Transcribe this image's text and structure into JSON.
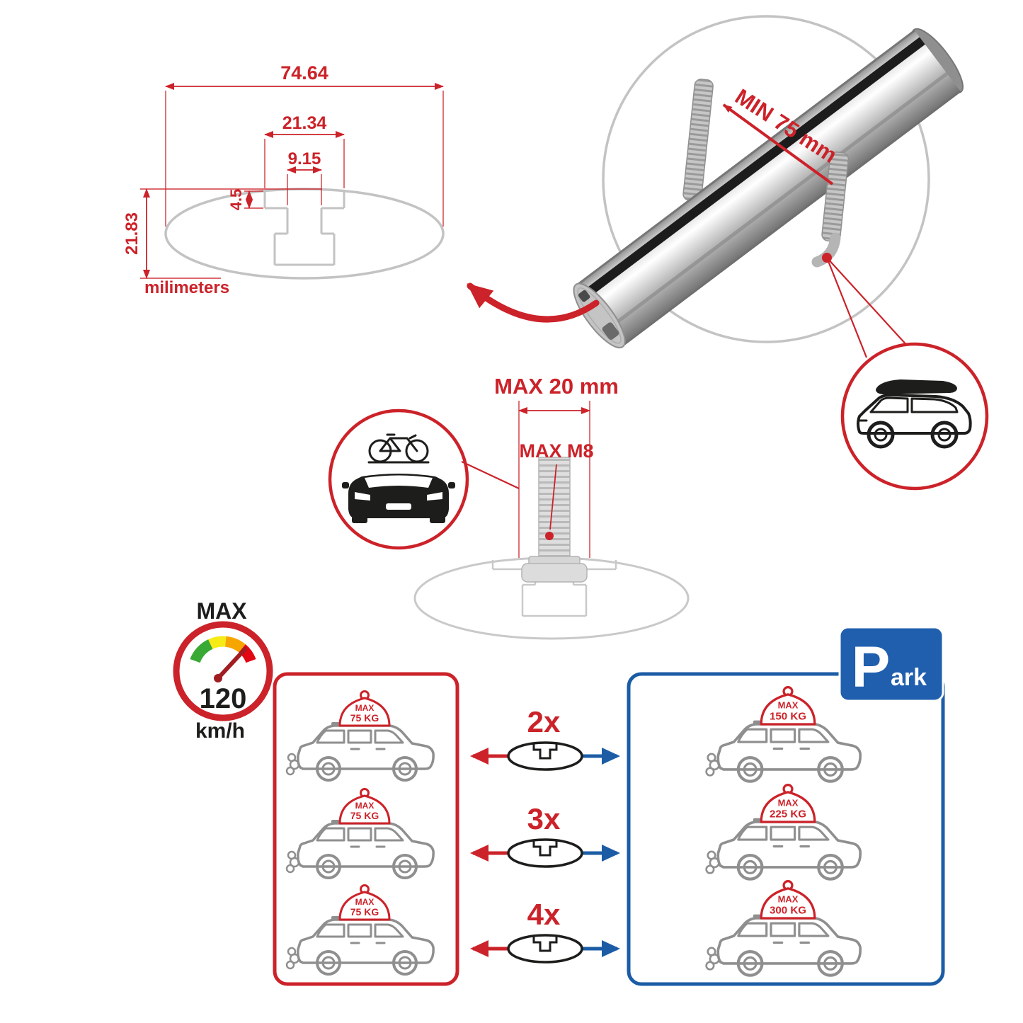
{
  "colors": {
    "red": "#cc2229",
    "blue": "#1b5ca5",
    "park_blue": "#1f5fae",
    "grey": "#c3c3c3",
    "black": "#1d1d1b",
    "car_grey": "#8f8f8f"
  },
  "dimension_diagram": {
    "total_width": "74.64",
    "channel_width": "21.34",
    "slot_width": "9.15",
    "step_depth": "4.5",
    "total_height": "21.83",
    "unit_label": "milimeters"
  },
  "bar_detail": {
    "min_clamp_label": "MIN 75 mm"
  },
  "bolt_detail": {
    "max_width_label": "MAX 20 mm",
    "max_thread_label": "MAX M8"
  },
  "speedometer": {
    "title": "MAX",
    "value": "120",
    "unit": "km/h"
  },
  "multipliers": [
    "2x",
    "3x",
    "4x"
  ],
  "red_panel": {
    "cars": [
      {
        "max_label": "MAX",
        "load": "75 KG"
      },
      {
        "max_label": "MAX",
        "load": "75 KG"
      },
      {
        "max_label": "MAX",
        "load": "75 KG"
      }
    ]
  },
  "blue_panel": {
    "cars": [
      {
        "max_label": "MAX",
        "load": "150 KG"
      },
      {
        "max_label": "MAX",
        "load": "225 KG"
      },
      {
        "max_label": "MAX",
        "load": "300 KG"
      }
    ]
  },
  "park_sign": {
    "letter": "P",
    "rest": "ark"
  }
}
